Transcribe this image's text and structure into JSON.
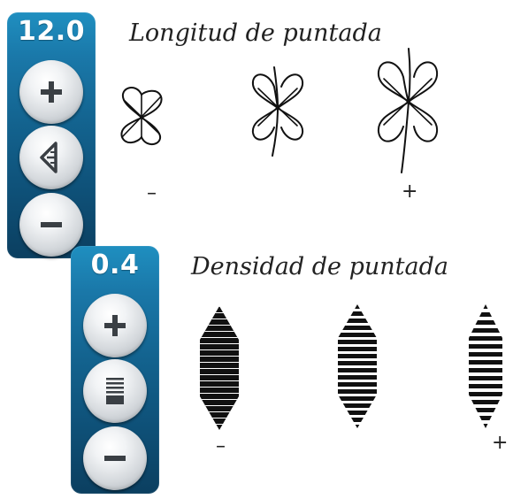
{
  "length_panel": {
    "value": "12.0",
    "increase_label": "+",
    "decrease_label": "−"
  },
  "density_panel": {
    "value": "0.4",
    "increase_label": "+",
    "decrease_label": "−"
  },
  "length_section": {
    "title": "Longitud de puntada",
    "minus_label": "–",
    "plus_label": "+"
  },
  "density_section": {
    "title": "Densidad de puntada",
    "minus_label": "–",
    "plus_label": "+"
  },
  "icons": {
    "length_button": "stitch-length-icon",
    "density_button": "stitch-density-icon"
  },
  "colors": {
    "panel_top": "#1f8fc0",
    "panel_bottom": "#0b3f60",
    "text": "#222222"
  }
}
